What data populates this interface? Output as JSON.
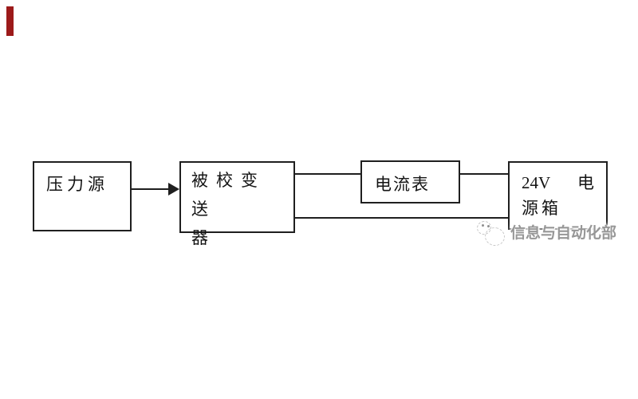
{
  "diagram": {
    "type": "block-diagram",
    "nodes": [
      {
        "id": "pressure-source",
        "label": "压力源"
      },
      {
        "id": "calibrated-transmitter",
        "label": "被校变送器",
        "line1": "被校变送",
        "line2": "器"
      },
      {
        "id": "ammeter",
        "label": "电流表"
      },
      {
        "id": "power-supply-box",
        "label": "24V 电源箱",
        "line1_left": "24V",
        "line1_right": "电",
        "line2": "源箱"
      }
    ],
    "connections": [
      {
        "from": "压力源",
        "to": "被校变送器",
        "style": "arrow"
      },
      {
        "from": "被校变送器",
        "to": "电流表",
        "style": "line"
      },
      {
        "from": "电流表",
        "to": "24V 电源箱",
        "style": "line"
      },
      {
        "from": "被校变送器",
        "to": "24V 电源箱",
        "style": "line"
      }
    ]
  },
  "watermark": {
    "text": "信息与自动化部",
    "logo": "sketch-double-circle-logo"
  },
  "colors": {
    "background": "#ffffff",
    "ink": "#1f1f1f",
    "accent_red": "#9c1a1a",
    "watermark_gray": "#979797"
  }
}
